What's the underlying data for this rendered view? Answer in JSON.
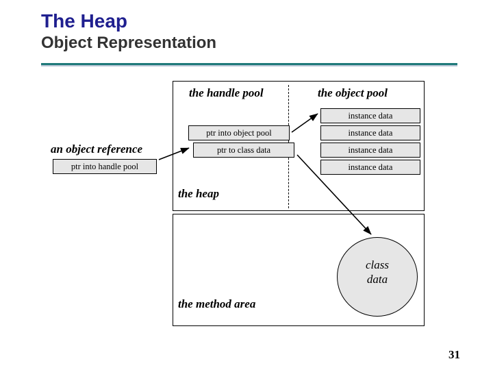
{
  "slide": {
    "title": "The Heap",
    "subtitle": "Object Representation",
    "page_number": "31",
    "accent_color": "#1f7a7a",
    "title_color": "#1f1f8f",
    "subtitle_color": "#333333"
  },
  "diagram": {
    "regions": {
      "heap_label": "the heap",
      "method_area_label": "the method area",
      "handle_pool_label": "the handle pool",
      "object_pool_label": "the object pool"
    },
    "object_reference": {
      "label": "an object reference",
      "cell": "ptr into handle pool"
    },
    "handle": {
      "cells": [
        "ptr into object pool",
        "ptr to class data"
      ]
    },
    "object_pool": {
      "cells": [
        "instance data",
        "instance data",
        "instance data",
        "instance data"
      ]
    },
    "class_data": {
      "line1": "class",
      "line2": "data"
    },
    "colors": {
      "cell_fill": "#e6e6e6",
      "stroke": "#000000"
    }
  }
}
